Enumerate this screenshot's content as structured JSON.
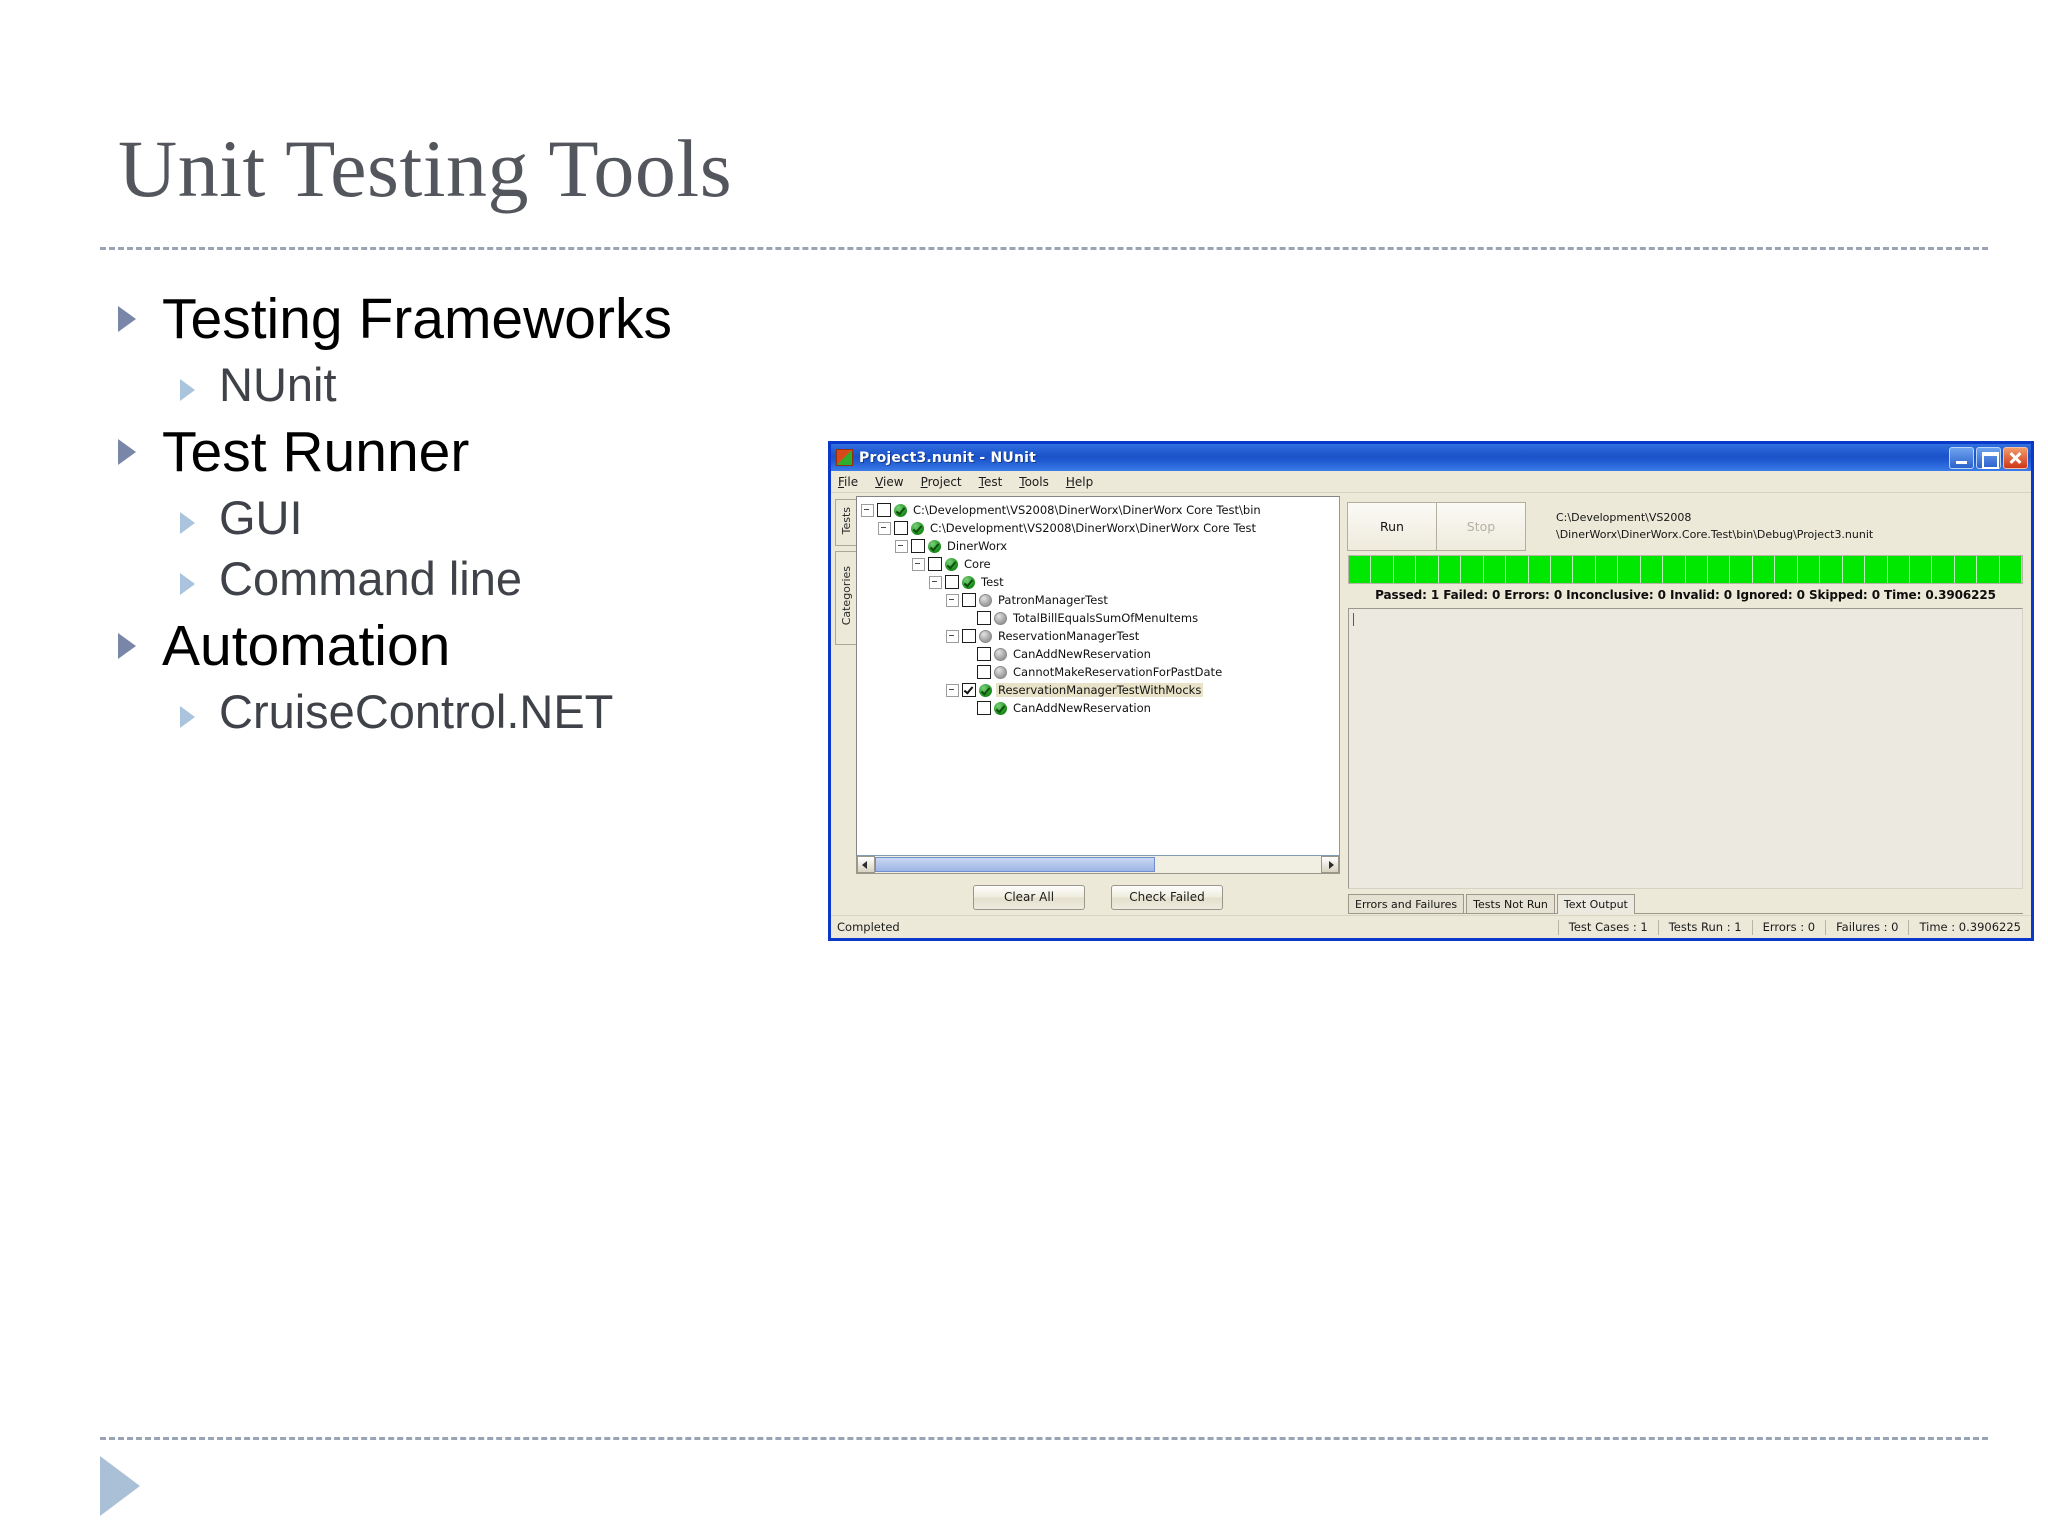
{
  "slide": {
    "title": "Unit Testing Tools",
    "bullets": [
      {
        "level": 1,
        "text": "Testing Frameworks"
      },
      {
        "level": 2,
        "text": "NUnit"
      },
      {
        "level": 1,
        "text": "Test Runner"
      },
      {
        "level": 2,
        "text": "GUI"
      },
      {
        "level": 2,
        "text": "Command line"
      },
      {
        "level": 1,
        "text": "Automation"
      },
      {
        "level": 2,
        "text": "CruiseControl.NET"
      }
    ],
    "accent_color": "#7986a8",
    "subaccent_color": "#a9c4dc",
    "title_color": "#53565c",
    "rule_color": "#9aa4b4"
  },
  "nunit": {
    "titlebar": {
      "title": "Project3.nunit - NUnit",
      "minimize_label": "Minimize",
      "maximize_label": "Maximize",
      "close_label": "Close"
    },
    "menu": [
      "File",
      "View",
      "Project",
      "Test",
      "Tools",
      "Help"
    ],
    "vertical_tabs": [
      "Tests",
      "Categories"
    ],
    "tree": [
      {
        "indent": 0,
        "expander": "minus",
        "checked": false,
        "status": "pass",
        "label": "C:\\Development\\VS2008\\DinerWorx\\DinerWorx Core Test\\bin",
        "selected": false
      },
      {
        "indent": 1,
        "expander": "minus",
        "checked": false,
        "status": "pass",
        "label": "C:\\Development\\VS2008\\DinerWorx\\DinerWorx Core Test",
        "selected": false
      },
      {
        "indent": 2,
        "expander": "minus",
        "checked": false,
        "status": "pass",
        "label": "DinerWorx",
        "selected": false
      },
      {
        "indent": 3,
        "expander": "minus",
        "checked": false,
        "status": "pass",
        "label": "Core",
        "selected": false
      },
      {
        "indent": 4,
        "expander": "minus",
        "checked": false,
        "status": "pass",
        "label": "Test",
        "selected": false
      },
      {
        "indent": 5,
        "expander": "minus",
        "checked": false,
        "status": "idle",
        "label": "PatronManagerTest",
        "selected": false
      },
      {
        "indent": 6,
        "expander": "none",
        "checked": false,
        "status": "idle",
        "label": "TotalBillEqualsSumOfMenuItems",
        "selected": false
      },
      {
        "indent": 5,
        "expander": "minus",
        "checked": false,
        "status": "idle",
        "label": "ReservationManagerTest",
        "selected": false
      },
      {
        "indent": 6,
        "expander": "none",
        "checked": false,
        "status": "idle",
        "label": "CanAddNewReservation",
        "selected": false
      },
      {
        "indent": 6,
        "expander": "none",
        "checked": false,
        "status": "idle",
        "label": "CannotMakeReservationForPastDate",
        "selected": false
      },
      {
        "indent": 5,
        "expander": "minus",
        "checked": true,
        "status": "pass",
        "label": "ReservationManagerTestWithMocks",
        "selected": true
      },
      {
        "indent": 6,
        "expander": "none",
        "checked": false,
        "status": "pass",
        "label": "CanAddNewReservation",
        "selected": false
      }
    ],
    "left_buttons": {
      "clear_all": "Clear All",
      "check_failed": "Check Failed"
    },
    "run_controls": {
      "run": "Run",
      "stop": "Stop"
    },
    "run_path": "C:\\Development\\VS2008\n\\DinerWorx\\DinerWorx.Core.Test\\bin\\Debug\\Project3.nunit",
    "progress": {
      "color": "#00e800",
      "segments": 30,
      "percent": 100
    },
    "summary": "Passed: 1  Failed: 0  Errors: 0  Inconclusive: 0  Invalid: 0  Ignored: 0  Skipped: 0  Time: 0.3906225",
    "result_tabs": [
      {
        "label": "Errors and Failures",
        "active": false
      },
      {
        "label": "Tests Not Run",
        "active": false
      },
      {
        "label": "Text Output",
        "active": true
      }
    ],
    "output_text": "",
    "statusbar": {
      "status": "Completed",
      "cells": [
        "Test Cases : 1",
        "Tests Run : 1",
        "Errors : 0",
        "Failures : 0",
        "Time : 0.3906225"
      ]
    }
  }
}
